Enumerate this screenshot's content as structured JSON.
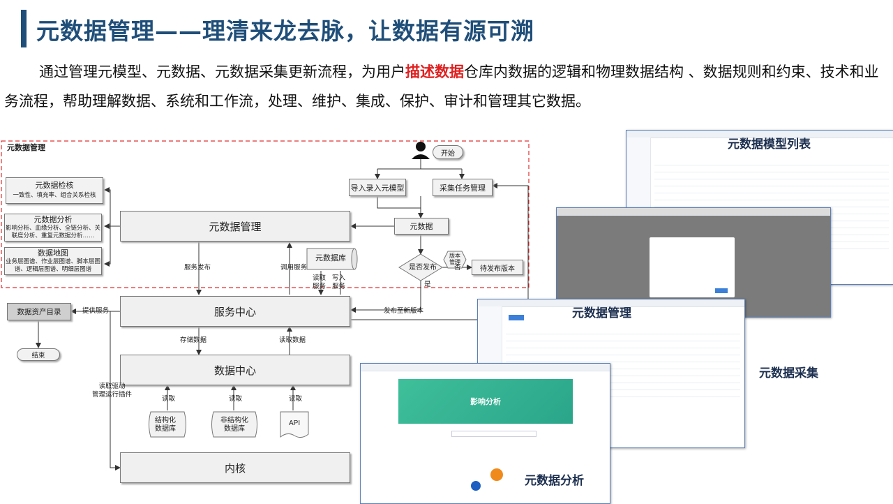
{
  "header": {
    "title": "元数据管理——理清来龙去脉，让数据有源可溯",
    "intro_before": "通过管理元模型、元数据、元数据采集更新流程，为用户",
    "intro_highlight": "描述数据",
    "intro_after": "仓库内数据的逻辑和物理数据结构 、数据规则和约束、技术和业务流程，帮助理解数据、系统和工作流，处理、维护、集成、保护、审计和管理其它数据。",
    "highlight_color": "#e02020",
    "title_color": "#1f4e79"
  },
  "flowchart": {
    "group_label": "元数据管理",
    "start": "开始",
    "import": "导入录入元模型",
    "collect": "采集任务管理",
    "metadata": "元数据",
    "publish_q": "是否发布",
    "version_mgmt": "版本\n管理",
    "pending": "待发布版本",
    "no": "否",
    "yes": "是",
    "repo": "元数据库",
    "mgmt": "元数据管理",
    "check_title": "元数据检核",
    "check_sub": "一致性、填充率、组合关系检核",
    "analysis_title": "元数据分析",
    "analysis_sub": "影响分析、血缘分析、全链分析、关联度分析、重复元数据分析……",
    "map_title": "数据地图",
    "map_sub": "业务层图谱、作业层图谱、脚本层图谱、逻辑层图谱、明细层图谱",
    "service_publish": "服务发布",
    "call_service": "调用服务",
    "read_service": "读取\n服务",
    "write_service": "写入\n服务",
    "service_center": "服务中心",
    "publish_version": "发布至新版本",
    "catalog": "数据资产目录",
    "provide_service": "提供服务",
    "end": "结束",
    "store_data": "存储数据",
    "read_data": "读取数据",
    "data_center": "数据中心",
    "driver": "读取驱动\n管理运行插件",
    "read": "读取",
    "structured": "结构化\n数据库",
    "unstructured": "非结构化\n数据库",
    "api": "API",
    "kernel": "内核"
  },
  "screenshots": {
    "model_list": "元数据模型列表",
    "collect": "元数据采集",
    "mgmt": "元数据管理",
    "analysis": "元数据分析",
    "impact_title": "影响分析"
  }
}
